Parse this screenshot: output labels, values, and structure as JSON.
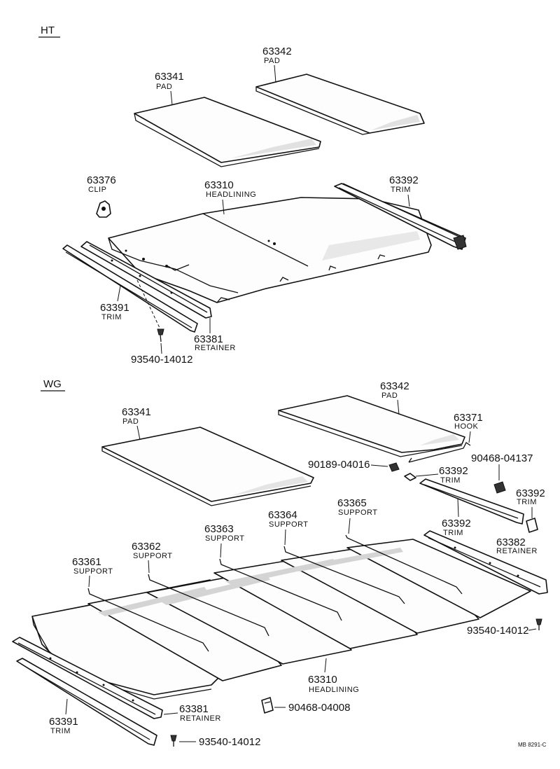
{
  "sections": {
    "ht": "HT",
    "wg": "WG"
  },
  "ht": {
    "pad_63341": {
      "number": "63341",
      "name": "PAD"
    },
    "pad_63342": {
      "number": "63342",
      "name": "PAD"
    },
    "clip_63376": {
      "number": "63376",
      "name": "CLIP"
    },
    "headlining_63310": {
      "number": "63310",
      "name": "HEADLINING"
    },
    "trim_63392": {
      "number": "63392",
      "name": "TRIM"
    },
    "trim_63391": {
      "number": "63391",
      "name": "TRIM"
    },
    "retainer_63381": {
      "number": "63381",
      "name": "RETAINER"
    },
    "screw": {
      "number": "93540-14012"
    }
  },
  "wg": {
    "pad_63342": {
      "number": "63342",
      "name": "PAD"
    },
    "pad_63341": {
      "number": "63341",
      "name": "PAD"
    },
    "hook_63371": {
      "number": "63371",
      "name": "HOOK"
    },
    "bolt_90189": {
      "number": "90189-04016"
    },
    "clip_90468_04137": {
      "number": "90468-04137"
    },
    "trim_63392_a": {
      "number": "63392",
      "name": "TRIM"
    },
    "trim_63392_b": {
      "number": "63392",
      "name": "TRIM"
    },
    "trim_63392_c": {
      "number": "63392",
      "name": "TRIM"
    },
    "support_63365": {
      "number": "63365",
      "name": "SUPPORT"
    },
    "support_63364": {
      "number": "63364",
      "name": "SUPPORT"
    },
    "support_63363": {
      "number": "63363",
      "name": "SUPPORT"
    },
    "support_63362": {
      "number": "63362",
      "name": "SUPPORT"
    },
    "support_63361": {
      "number": "63361",
      "name": "SUPPORT"
    },
    "retainer_63382": {
      "number": "63382",
      "name": "RETAINER"
    },
    "screw_right": {
      "number": "93540-14012"
    },
    "headlining_63310": {
      "number": "63310",
      "name": "HEADLINING"
    },
    "clip_90468_04008": {
      "number": "90468-04008"
    },
    "retainer_63381": {
      "number": "63381",
      "name": "RETAINER"
    },
    "trim_63391": {
      "number": "63391",
      "name": "TRIM"
    },
    "screw_bottom": {
      "number": "93540-14012"
    }
  },
  "drawing_code": "MB 8291-C"
}
